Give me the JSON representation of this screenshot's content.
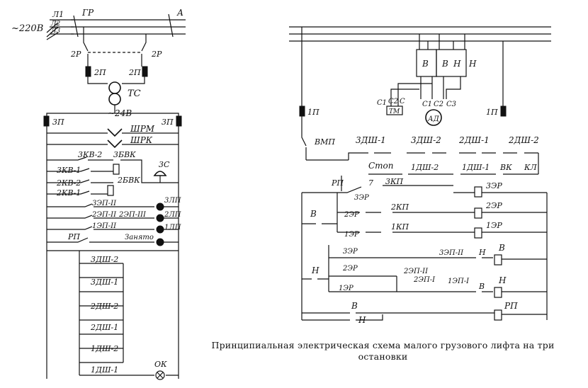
{
  "caption": "Принципиальная электрическая схема малого грузового лифта на три остановки",
  "left_schematic": {
    "supply": "~220В",
    "phases": [
      "Л1",
      "Л2",
      "Л3"
    ],
    "main_switch": "ГР",
    "motor_switch": "А",
    "contacts_2r": [
      "2Р",
      "2Р"
    ],
    "fuses_2p": [
      "2П",
      "2П"
    ],
    "transformer": "ТС",
    "secondary": "~24В",
    "fuses_3p": [
      "3П",
      "3П"
    ],
    "brake_coils": [
      "ШРМ",
      "ШРК"
    ],
    "switches": [
      "3КВ-2",
      "3БВК",
      "3КВ-1",
      "2КВ-2",
      "2КВ-1",
      "2БВК",
      "3С"
    ],
    "relay_contacts": [
      "3ЭП-II",
      "2ЭП-II",
      "2ЭП-III",
      "1ЭП-II",
      "РП",
      "Занято"
    ],
    "lamps": [
      "3ЛП",
      "2ЛП",
      "1ЛП"
    ],
    "door_contacts": [
      "3ДШ-2",
      "3ДШ-1",
      "2ДШ-2",
      "2ДШ-1",
      "1ДШ-2",
      "1ДШ-1"
    ],
    "ok_lamp": "ОК"
  },
  "right_schematic": {
    "fuses": [
      "1П",
      "1П"
    ],
    "breaker": "ВМП",
    "contactors_top": [
      "В",
      "В",
      "Н",
      "Н"
    ],
    "motor_terminals": [
      "С1",
      "С2",
      "С",
      "С1",
      "С2",
      "С3"
    ],
    "brake": "ТМ",
    "motor": "АД",
    "door_row": [
      "3ДШ-1",
      "3ДШ-2",
      "2ДШ-1",
      "2ДШ-2"
    ],
    "door_row2": [
      "Стоп",
      "1ДШ-2",
      "1ДШ-1",
      "ВК",
      "КЛ"
    ],
    "rp_label": "РП",
    "num7": "7",
    "buttons": [
      "3КП",
      "2КП",
      "1КП"
    ],
    "relays": [
      "3ЭР",
      "2ЭР",
      "1ЭР"
    ],
    "contacts_left": [
      "3ЭР",
      "2ЭР",
      "1ЭР",
      "3ЭР",
      "2ЭР",
      "1ЭР"
    ],
    "dir_contacts": [
      "В",
      "Н",
      "В",
      "Н"
    ],
    "floor_contacts": [
      "3ЭП-II",
      "2ЭП-II",
      "2ЭП-I",
      "1ЭП-I"
    ],
    "interlocks": [
      "Н",
      "В"
    ],
    "coils_right": [
      "В",
      "Н",
      "РП"
    ]
  }
}
